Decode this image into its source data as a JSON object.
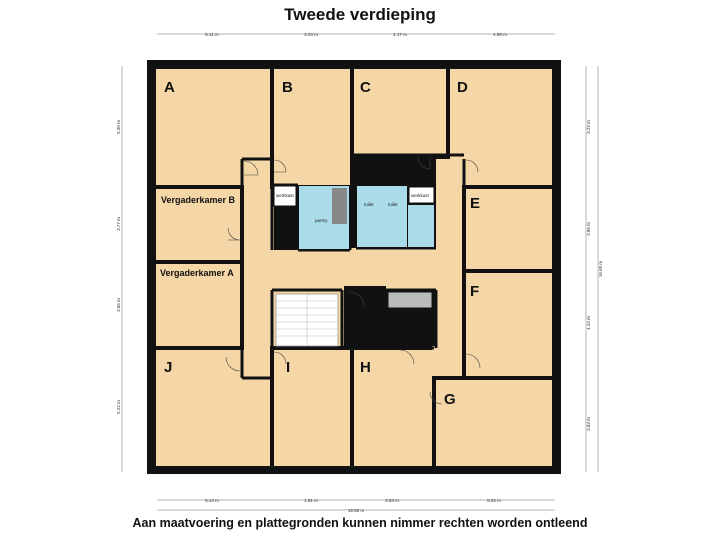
{
  "title": "Tweede verdieping",
  "footer": "Aan maatvoering en plattegronden kunnen nimmer rechten worden ontleend",
  "colors": {
    "room": "#f5d6a6",
    "wet": "#a9dbe8",
    "wall": "#111111",
    "hall": "#f5d6a6"
  },
  "rooms": {
    "a": "A",
    "b": "B",
    "c": "C",
    "d": "D",
    "e": "E",
    "f": "F",
    "g": "G",
    "h": "H",
    "i": "I",
    "j": "J",
    "vergaderkamer_b": "Vergaderkamer B",
    "vergaderkamer_a": "Vergaderkamer A",
    "pantry": "pantry",
    "toilet1": "toilet",
    "toilet2": "toilet",
    "werkkast1": "werkkast",
    "werkkast2": "werkkast"
  },
  "dimensions": {
    "top": [
      "5.11 m",
      "3.43 m",
      "4.17 m",
      "4.98 m"
    ],
    "bottom": [
      "5.14 m",
      "1.61 m",
      "3.53 m",
      "5.22 m"
    ],
    "total_width": "15.55 m",
    "left": [
      "5.30 m",
      "3.77 m",
      "3.66 m",
      "5.22 m"
    ],
    "right": [
      "3.23 m",
      "3.86 m",
      "4.44 m",
      "3.83 m"
    ],
    "total_height": "16.60 m"
  }
}
